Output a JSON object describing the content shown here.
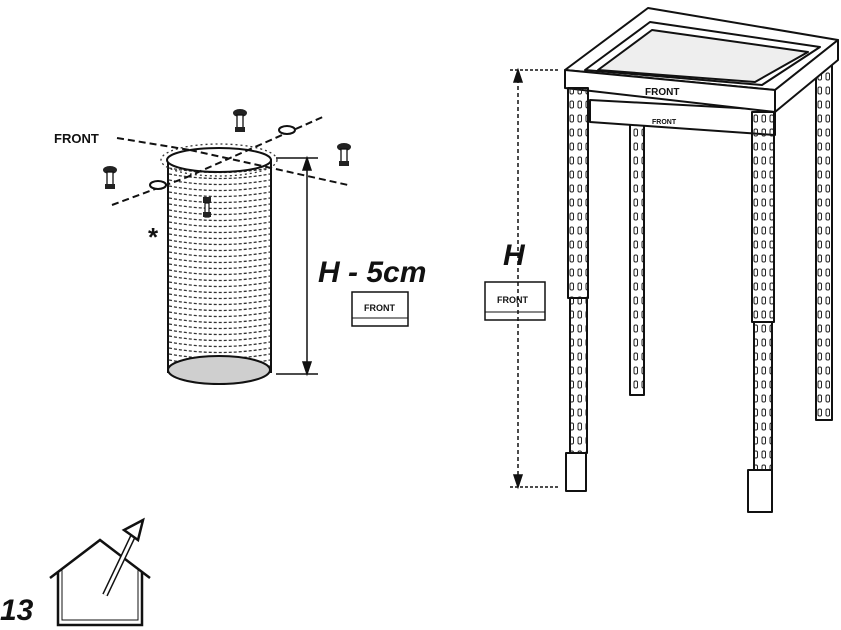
{
  "labels": {
    "front_pointer": "FRONT",
    "asterisk": "*",
    "height_reduced": "H - 5cm",
    "height": "H",
    "step_number": "13"
  },
  "frame_labels": {
    "top_rail": "FRONT",
    "inner_rail": "FRONT"
  },
  "tags": {
    "duct_tag": "FRONT",
    "frame_tag": "FRONT"
  },
  "icons": [
    "screw-icon",
    "house-vent-icon"
  ]
}
